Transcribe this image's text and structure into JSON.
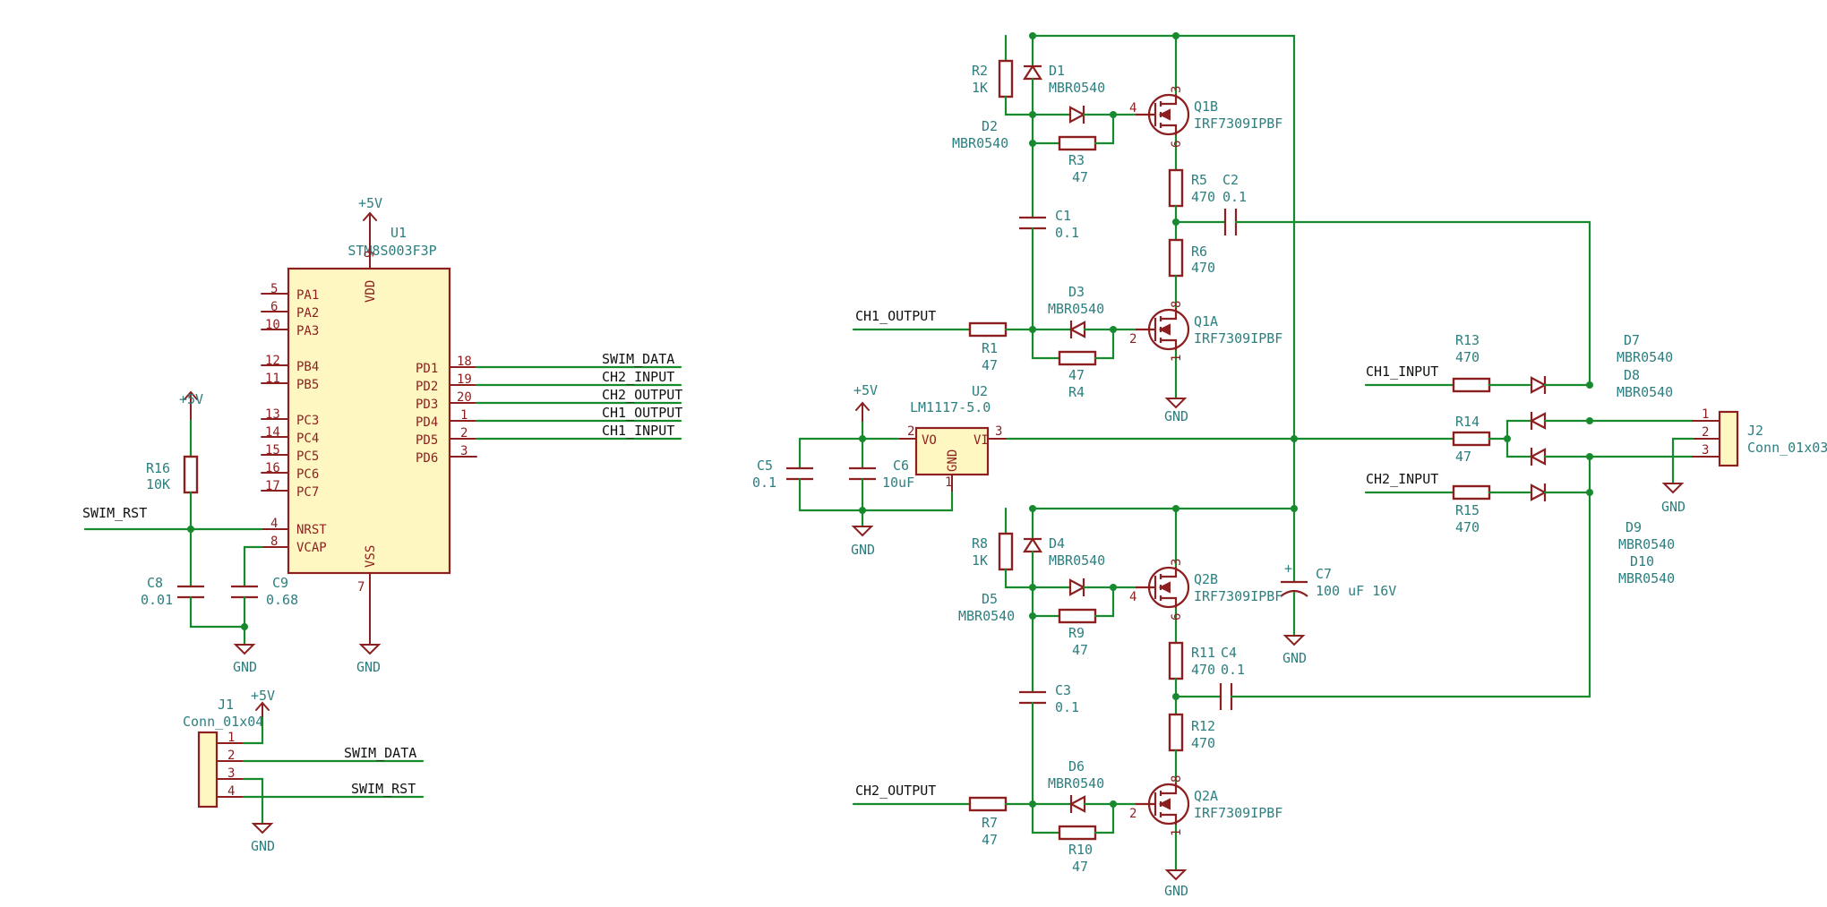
{
  "schematic": {
    "u1": {
      "ref": "U1",
      "value": "STM8S003F3P",
      "left_pins": [
        {
          "num": "5",
          "name": "PA1"
        },
        {
          "num": "6",
          "name": "PA2"
        },
        {
          "num": "10",
          "name": "PA3"
        },
        {
          "num": "12",
          "name": "PB4"
        },
        {
          "num": "11",
          "name": "PB5"
        },
        {
          "num": "13",
          "name": "PC3"
        },
        {
          "num": "14",
          "name": "PC4"
        },
        {
          "num": "15",
          "name": "PC5"
        },
        {
          "num": "16",
          "name": "PC6"
        },
        {
          "num": "17",
          "name": "PC7"
        },
        {
          "num": "4",
          "name": "NRST"
        },
        {
          "num": "8",
          "name": "VCAP"
        }
      ],
      "right_pins": [
        {
          "num": "18",
          "name": "PD1",
          "net": "SWIM_DATA"
        },
        {
          "num": "19",
          "name": "PD2",
          "net": "CH2_INPUT"
        },
        {
          "num": "20",
          "name": "PD3",
          "net": "CH2_OUTPUT"
        },
        {
          "num": "1",
          "name": "PD4",
          "net": "CH1_OUTPUT"
        },
        {
          "num": "2",
          "name": "PD5",
          "net": "CH1_INPUT"
        },
        {
          "num": "3",
          "name": "PD6",
          "net": ""
        }
      ],
      "vdd": {
        "num": "9",
        "name": "VDD"
      },
      "vss": {
        "num": "7",
        "name": "VSS"
      }
    },
    "power": {
      "vcc": "+5V",
      "gnd": "GND"
    },
    "r16": {
      "ref": "R16",
      "value": "10K"
    },
    "c8": {
      "ref": "C8",
      "value": "0.01"
    },
    "c9": {
      "ref": "C9",
      "value": "0.68"
    },
    "swim_rst": "SWIM_RST",
    "j1": {
      "ref": "J1",
      "value": "Conn_01x04",
      "pins": [
        "1",
        "2",
        "3",
        "4"
      ],
      "nets": [
        "SWIM_DATA",
        "SWIM_RST"
      ]
    },
    "u2": {
      "ref": "U2",
      "value": "LM1117-5.0",
      "vo": "VO",
      "vi": "VI",
      "gnd": "GND",
      "pin_vo": "2",
      "pin_vi": "3",
      "pin_gnd": "1"
    },
    "c5": {
      "ref": "C5",
      "value": "0.1"
    },
    "c6": {
      "ref": "C6",
      "value": "10uF"
    },
    "c7": {
      "ref": "C7",
      "value": "100 uF 16V",
      "polarity": "+"
    },
    "ch1": {
      "r2": {
        "ref": "R2",
        "value": "1K"
      },
      "d1": {
        "ref": "D1",
        "value": "MBR0540"
      },
      "d2": {
        "ref": "D2",
        "value": "MBR0540"
      },
      "r3": {
        "ref": "R3",
        "value": "47"
      },
      "q1b": {
        "ref": "Q1B",
        "value": "IRF7309IPBF",
        "pins": [
          "3",
          "4",
          "6"
        ]
      },
      "r5": {
        "ref": "R5",
        "value": "470"
      },
      "c2": {
        "ref": "C2",
        "value": "0.1"
      },
      "c1": {
        "ref": "C1",
        "value": "0.1"
      },
      "r6": {
        "ref": "R6",
        "value": "470"
      },
      "d3": {
        "ref": "D3",
        "value": "MBR0540"
      },
      "q1a": {
        "ref": "Q1A",
        "value": "IRF7309IPBF",
        "pins": [
          "8",
          "2",
          "1"
        ]
      },
      "r1": {
        "ref": "R1",
        "value": "47"
      },
      "r4": {
        "ref": "R4",
        "value": "47"
      },
      "net": "CH1_OUTPUT"
    },
    "ch2": {
      "r8": {
        "ref": "R8",
        "value": "1K"
      },
      "d4": {
        "ref": "D4",
        "value": "MBR0540"
      },
      "d5": {
        "ref": "D5",
        "value": "MBR0540"
      },
      "r9": {
        "ref": "R9",
        "value": "47"
      },
      "q2b": {
        "ref": "Q2B",
        "value": "IRF7309IPBF",
        "pins": [
          "3",
          "4",
          "6"
        ]
      },
      "r11": {
        "ref": "R11",
        "value": "470"
      },
      "c4": {
        "ref": "C4",
        "value": "0.1"
      },
      "c3": {
        "ref": "C3",
        "value": "0.1"
      },
      "r12": {
        "ref": "R12",
        "value": "470"
      },
      "d6": {
        "ref": "D6",
        "value": "MBR0540"
      },
      "q2a": {
        "ref": "Q2A",
        "value": "IRF7309IPBF",
        "pins": [
          "8",
          "2",
          "1"
        ]
      },
      "r7": {
        "ref": "R7",
        "value": "47"
      },
      "r10": {
        "ref": "R10",
        "value": "47"
      },
      "net": "CH2_OUTPUT"
    },
    "inputs": {
      "r13": {
        "ref": "R13",
        "value": "470"
      },
      "r14": {
        "ref": "R14",
        "value": "47"
      },
      "r15": {
        "ref": "R15",
        "value": "470"
      },
      "d7": {
        "ref": "D7",
        "value": "MBR0540"
      },
      "d8": {
        "ref": "D8",
        "value": "MBR0540"
      },
      "d9": {
        "ref": "D9",
        "value": "MBR0540"
      },
      "d10": {
        "ref": "D10",
        "value": "MBR0540"
      },
      "ch1_input": "CH1_INPUT",
      "ch2_input": "CH2_INPUT"
    },
    "j2": {
      "ref": "J2",
      "value": "Conn_01x03",
      "pins": [
        "1",
        "2",
        "3"
      ]
    }
  }
}
